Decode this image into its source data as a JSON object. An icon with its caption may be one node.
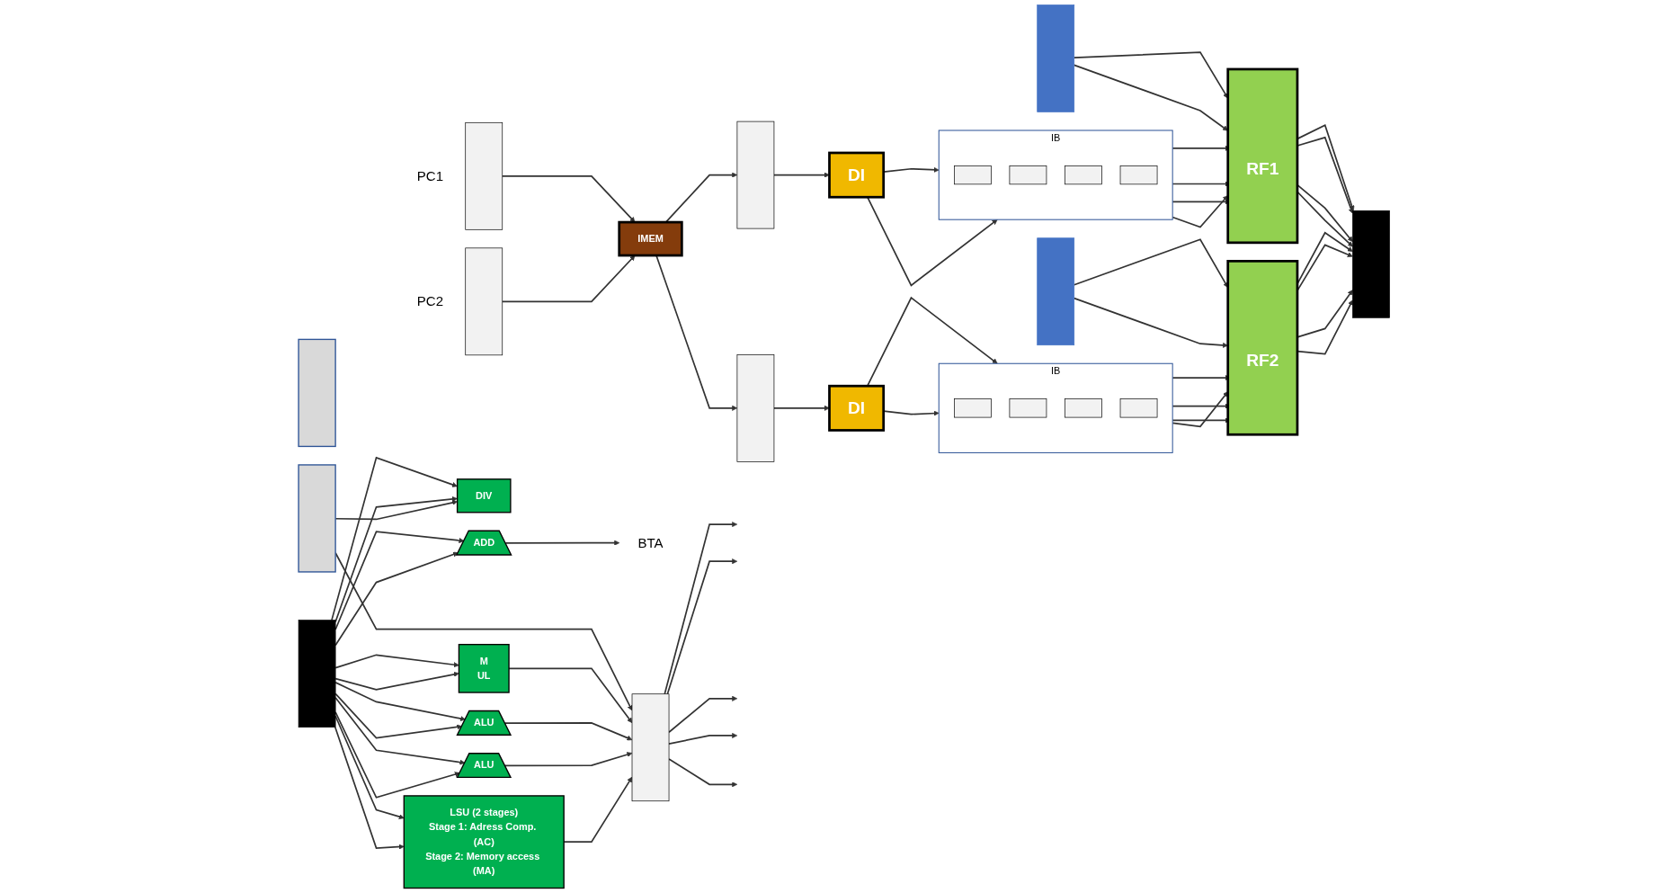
{
  "diagram": {
    "nodes": [
      {
        "text": [],
        "shape": "bar",
        "beside": [
          "PC1"
        ]
      },
      {
        "text": [],
        "shape": "bar",
        "beside": [
          "PC2"
        ]
      },
      {
        "text": [
          "IMEM"
        ]
      },
      {
        "text": [],
        "shape": "bar"
      },
      {
        "text": [],
        "shape": "bar"
      },
      {
        "text": [
          "DI"
        ]
      },
      {
        "text": [
          "DI"
        ]
      },
      {
        "text": [
          "IB"
        ]
      },
      {
        "text": [],
        "shape": "box",
        "in": 7
      },
      {
        "text": [],
        "shape": "box",
        "in": 7
      },
      {
        "text": [],
        "shape": "box",
        "in": 7
      },
      {
        "text": [],
        "shape": "box",
        "in": 7
      },
      {
        "text": [
          "IB"
        ]
      },
      {
        "text": [],
        "shape": "box",
        "in": 12
      },
      {
        "text": [],
        "shape": "box",
        "in": 12
      },
      {
        "text": [],
        "shape": "box",
        "in": 12
      },
      {
        "text": [],
        "shape": "box",
        "in": 12
      },
      {
        "text": [
          "RF1"
        ]
      },
      {
        "text": [
          "RF2"
        ]
      },
      {
        "text": [],
        "shape": "bar"
      },
      {
        "text": [],
        "shape": "bar"
      },
      {
        "text": [],
        "shape": "bar"
      },
      {
        "text": [],
        "shape": "bar"
      },
      {
        "text": [
          "DIV"
        ]
      },
      {
        "text": [],
        "shape": "bar"
      },
      {
        "text": [
          "M",
          "UL"
        ]
      },
      {
        "text": [],
        "shape": "bar"
      },
      {
        "text": [
          "ADD"
        ]
      },
      {
        "text": [
          "BTA"
        ]
      },
      {
        "text": [
          "ALU"
        ]
      },
      {
        "text": [
          "ALU"
        ]
      },
      {
        "text": [
          "LSU (2 stages)",
          "Stage 1: Adress Comp. (AC)",
          "Stage 2: Memory access (MA)"
        ]
      },
      {
        "text": [],
        "shape": "bar"
      }
    ],
    "edges": [
      {
        "from": 0,
        "to": 2,
        "arrow": "to"
      },
      {
        "from": 1,
        "to": 2,
        "arrow": "to"
      },
      {
        "from": 2,
        "to": 3,
        "arrow": "to"
      },
      {
        "from": 2,
        "to": 4,
        "arrow": "to"
      },
      {
        "from": 3,
        "to": 5,
        "arrow": "to"
      },
      {
        "from": 4,
        "to": 6,
        "arrow": "to"
      },
      {
        "from": 5,
        "to": 7,
        "arrow": "to"
      },
      {
        "from": 5,
        "to": 7,
        "arrow": "to"
      },
      {
        "from": 6,
        "to": 12,
        "arrow": "to"
      },
      {
        "from": 6,
        "to": 12,
        "arrow": "to"
      },
      {
        "from": 7,
        "to": 17,
        "arrow": "to"
      },
      {
        "from": 7,
        "to": 17,
        "arrow": "to"
      },
      {
        "from": 7,
        "to": 17,
        "arrow": "to"
      },
      {
        "from": 7,
        "to": 17,
        "arrow": "to"
      },
      {
        "from": 12,
        "to": 18,
        "arrow": "to"
      },
      {
        "from": 12,
        "to": 18,
        "arrow": "to"
      },
      {
        "from": 12,
        "to": 18,
        "arrow": "to"
      },
      {
        "from": 12,
        "to": 18,
        "arrow": "to"
      },
      {
        "from": 19,
        "to": 17,
        "arrow": "to"
      },
      {
        "from": 19,
        "to": 17,
        "arrow": "to"
      },
      {
        "from": 20,
        "to": 18,
        "arrow": "to"
      },
      {
        "from": 20,
        "to": 18,
        "arrow": "to"
      },
      {
        "from": 17,
        "to": 21,
        "arrow": "to"
      },
      {
        "from": 17,
        "to": 21,
        "arrow": "to"
      },
      {
        "from": 17,
        "to": 21,
        "arrow": "to"
      },
      {
        "from": 17,
        "to": 21,
        "arrow": "to"
      },
      {
        "from": 18,
        "to": 21,
        "arrow": "to"
      },
      {
        "from": 18,
        "to": 21,
        "arrow": "to"
      },
      {
        "from": 18,
        "to": 21,
        "arrow": "to"
      },
      {
        "from": 18,
        "to": 21,
        "arrow": "to"
      },
      {
        "from": 22,
        "to": 23,
        "arrow": "to"
      },
      {
        "from": 22,
        "to": 23,
        "arrow": "to"
      },
      {
        "from": 24,
        "to": 23,
        "arrow": "to"
      },
      {
        "from": 22,
        "to": 25,
        "arrow": "to"
      },
      {
        "from": 22,
        "to": 25,
        "arrow": "to"
      },
      {
        "from": 22,
        "to": 27,
        "arrow": "to"
      },
      {
        "from": 22,
        "to": 27,
        "arrow": "to"
      },
      {
        "from": 27,
        "to": 28,
        "arrow": "to"
      },
      {
        "from": 22,
        "to": 29,
        "arrow": "to"
      },
      {
        "from": 22,
        "to": 29,
        "arrow": "to"
      },
      {
        "from": 22,
        "to": 30,
        "arrow": "to"
      },
      {
        "from": 22,
        "to": 30,
        "arrow": "to"
      },
      {
        "from": 22,
        "to": 31,
        "arrow": "to"
      },
      {
        "from": 22,
        "to": 31,
        "arrow": "to"
      },
      {
        "from": 24,
        "to": 32,
        "arrow": "to"
      },
      {
        "from": 25,
        "to": 32,
        "arrow": "to"
      },
      {
        "from": 29,
        "to": 32,
        "arrow": "to"
      },
      {
        "from": 30,
        "to": 32,
        "arrow": "to"
      },
      {
        "from": 31,
        "to": 32,
        "arrow": "to"
      },
      {
        "from": 32,
        "to": null,
        "arrow": "to"
      },
      {
        "from": 32,
        "to": null,
        "arrow": "to"
      },
      {
        "from": 32,
        "to": null,
        "arrow": "to"
      },
      {
        "from": 32,
        "to": null,
        "arrow": "to"
      },
      {
        "from": 32,
        "to": null,
        "arrow": "to"
      }
    ]
  }
}
